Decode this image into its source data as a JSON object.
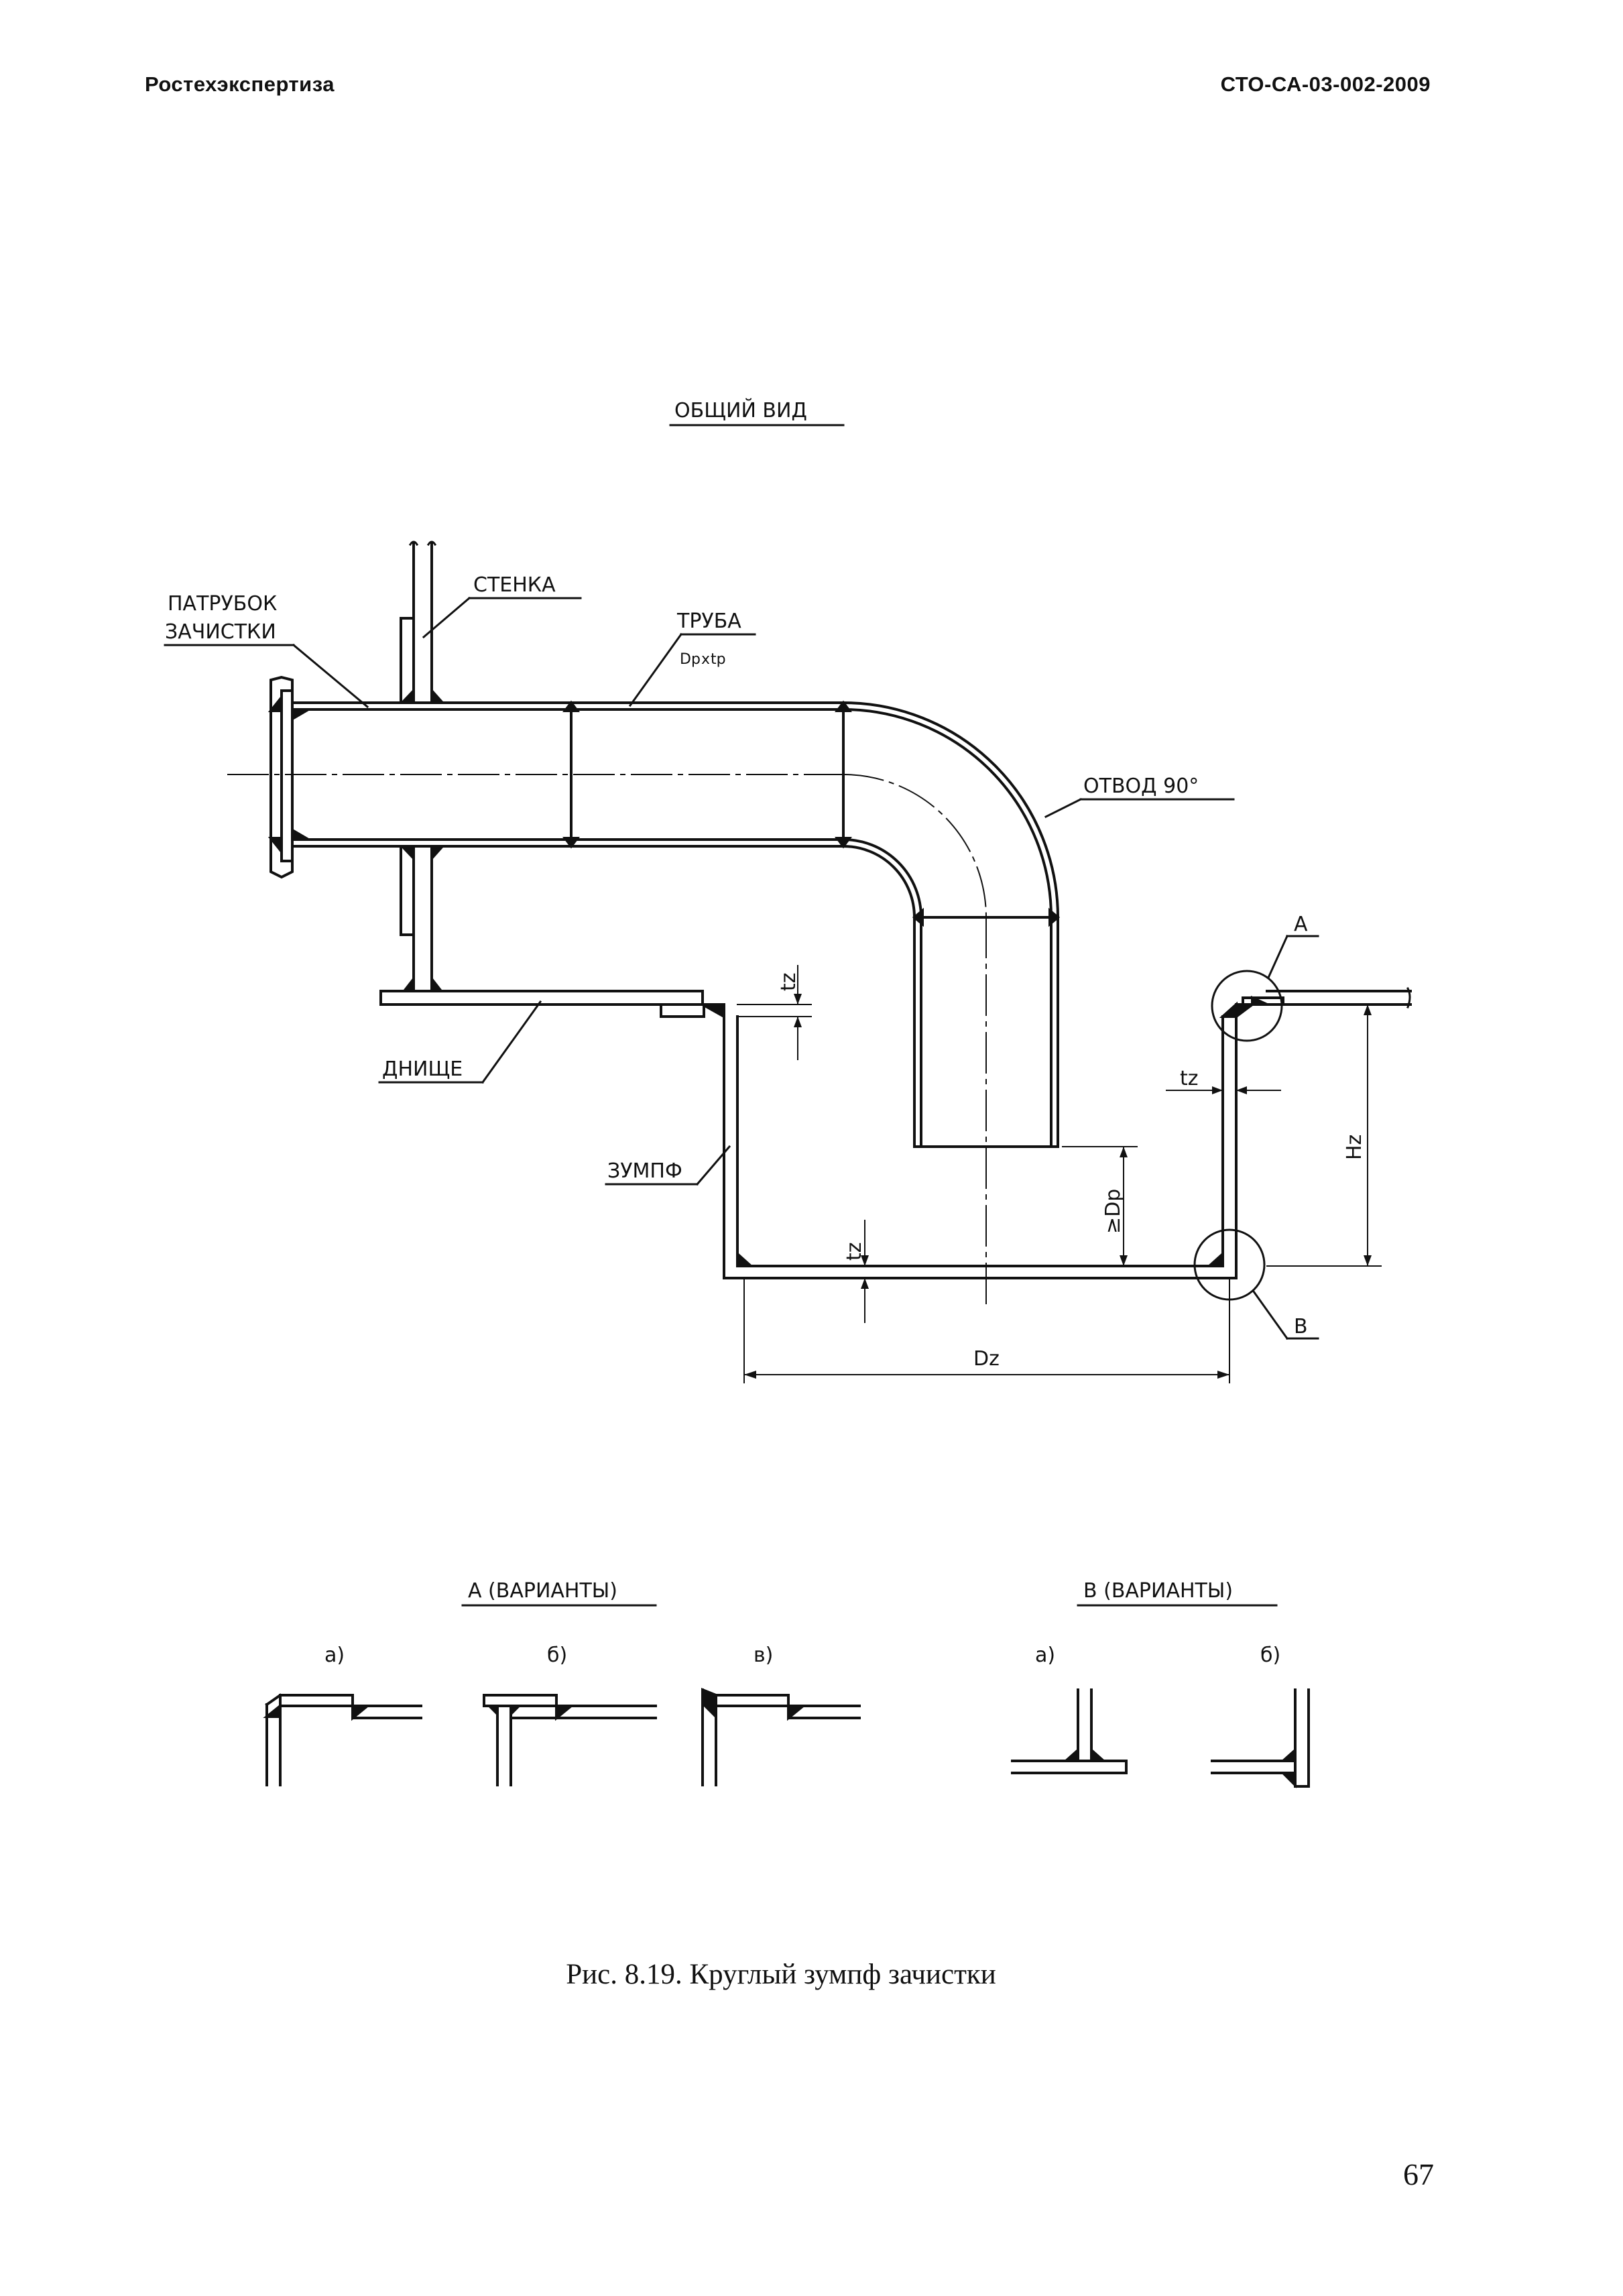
{
  "header": {
    "left": "Ростехэкспертиза",
    "right": "СТО-СА-03-002-2009"
  },
  "drawing": {
    "view_title": "ОБЩИЙ ВИД",
    "labels": {
      "patrubok_line1": "ПАТРУБОК",
      "patrubok_line2": "ЗАЧИСТКИ",
      "stenka": "СТЕНКА",
      "truba": "ТРУБА",
      "truba_dim_d": "Dp",
      "truba_dim_x": "x",
      "truba_dim_t": "tp",
      "otvod": "ОТВОД 90°",
      "dnishche": "ДНИЩЕ",
      "zumpf": "ЗУМПФ",
      "detail_a": "А",
      "detail_b": "В",
      "dim_tz": "tz",
      "dim_hz": "Hz",
      "dim_dp": "≥Dp",
      "dim_dz": "Dz"
    },
    "variants_a": {
      "title": "А (ВАРИАНТЫ)",
      "items": [
        "а)",
        "б)",
        "в)"
      ]
    },
    "variants_b": {
      "title": "В (ВАРИАНТЫ)",
      "items": [
        "а)",
        "б)"
      ]
    }
  },
  "caption": "Рис. 8.19. Круглый зумпф зачистки",
  "page_number": "67",
  "colors": {
    "ink": "#111111",
    "paper": "#ffffff"
  }
}
